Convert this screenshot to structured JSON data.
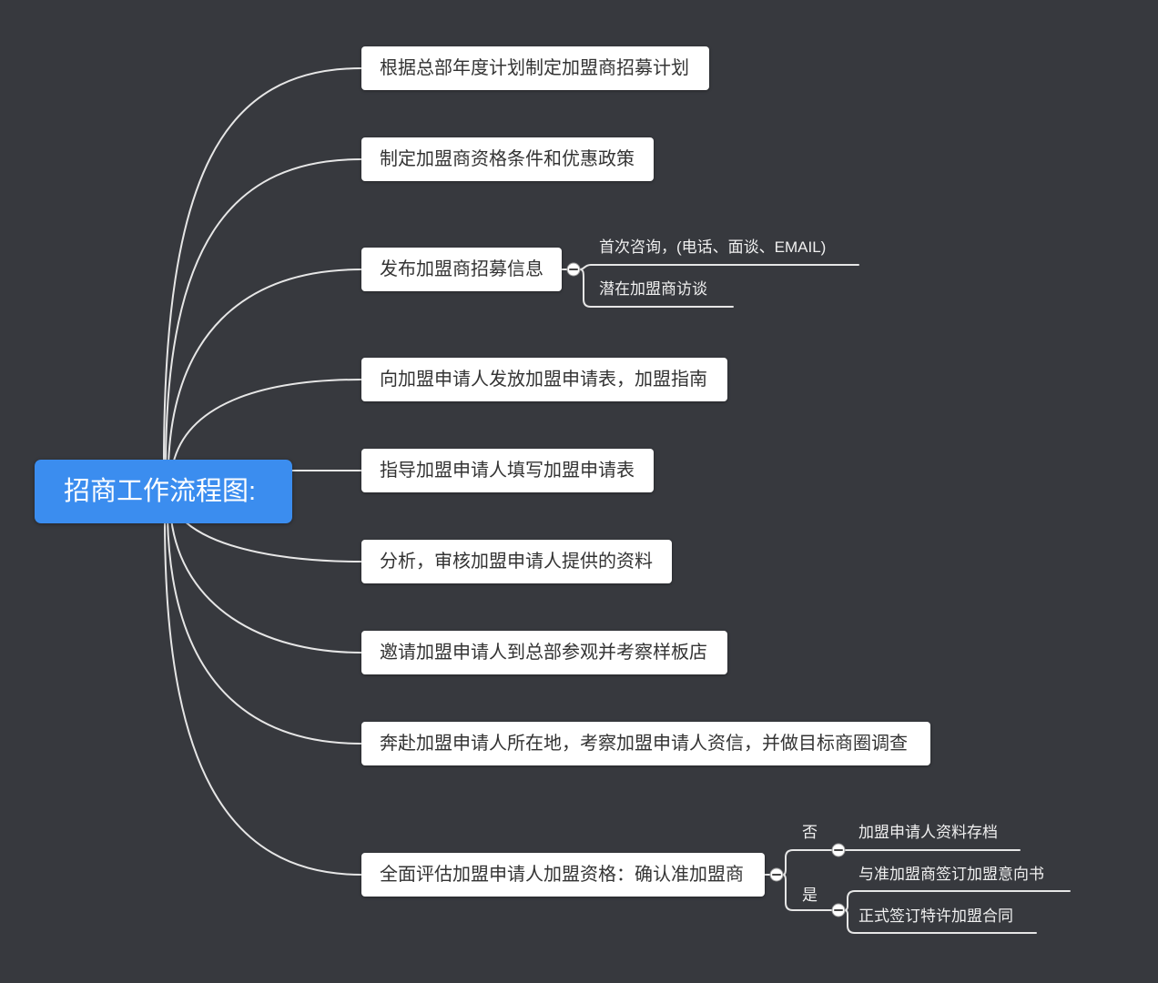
{
  "root": {
    "label": "招商工作流程图:"
  },
  "branches": [
    {
      "label": "根据总部年度计划制定加盟商招募计划"
    },
    {
      "label": "制定加盟商资格条件和优惠政策"
    },
    {
      "label": "发布加盟商招募信息",
      "children": [
        {
          "label": "首次咨询，(电话、面谈、EMAIL)"
        },
        {
          "label": "潜在加盟商访谈"
        }
      ]
    },
    {
      "label": "向加盟申请人发放加盟申请表，加盟指南"
    },
    {
      "label": "指导加盟申请人填写加盟申请表"
    },
    {
      "label": "分析，审核加盟申请人提供的资料"
    },
    {
      "label": "邀请加盟申请人到总部参观并考察样板店"
    },
    {
      "label": "奔赴加盟申请人所在地，考察加盟申请人资信，并做目标商圈调查"
    },
    {
      "label": "全面评估加盟申请人加盟资格：确认准加盟商",
      "children": [
        {
          "label": "否",
          "children": [
            {
              "label": "加盟申请人资料存档"
            }
          ]
        },
        {
          "label": "是",
          "children": [
            {
              "label": "与准加盟商签订加盟意向书"
            },
            {
              "label": "正式签订特许加盟合同"
            }
          ]
        }
      ]
    }
  ],
  "colors": {
    "background": "#37393e",
    "root_fill": "#3b8def",
    "topic_fill": "#ffffff",
    "connector": "#e6e6e6",
    "text_dark": "#333333",
    "text_light": "#ffffff",
    "sub_text": "#f0f0f0"
  }
}
